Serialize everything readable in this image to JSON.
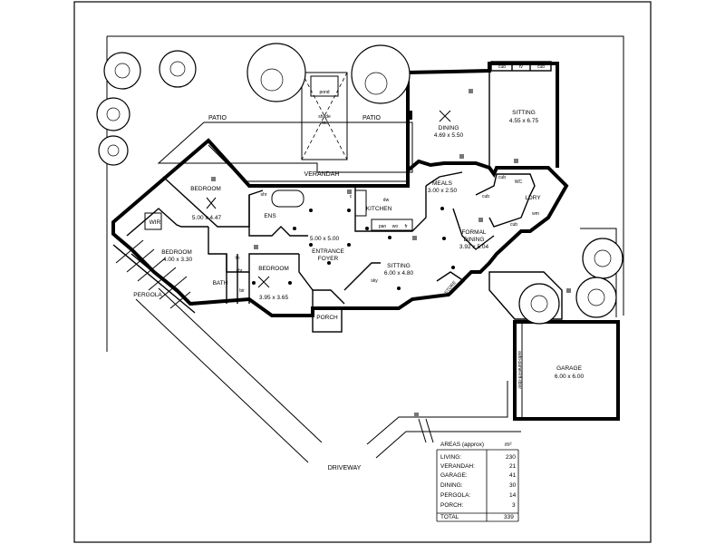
{
  "rooms": {
    "patio_left": "PATIO",
    "patio_right": "PATIO",
    "pond": "pond",
    "shade_sail_1": "shade",
    "shade_sail_2": "sail",
    "dining": "DINING",
    "dining_dim": "4.69 x 5.50",
    "sitting_top": "SITTING",
    "sitting_top_dim": "4.55 x 6.75",
    "cub1": "cub",
    "tv": "tv",
    "cub2": "cub",
    "verandah": "VERANDAH",
    "meals": "MEALS",
    "meals_dim": "3.00 x 2.50",
    "bedroom1": "BEDROOM",
    "bedroom1_dim": "5.00 x 4.47",
    "shr1": "shr",
    "ens": "ENS",
    "wir": "WIR",
    "kitchen": "KITCHEN",
    "dw": "dw",
    "c": "c",
    "pan": "pan",
    "wo": "wo",
    "fr": "fr",
    "cub3": "cub",
    "wc": "WC",
    "cub4": "cub",
    "ldry": "LDRY",
    "cub5": "cub",
    "wm": "wm",
    "foyer_dim": "5.00 x 5.00",
    "entrance_1": "ENTRANCE",
    "entrance_2": "FOYER",
    "formal_dining_1": "FORMAL",
    "formal_dining_2": "DINING",
    "formal_dining_dim": "3.92 x 5.04",
    "bedroom2": "BEDROOM",
    "bedroom2_dim": "4.00 x 3.30",
    "lin": "lin",
    "shr2": "shr",
    "bedroom3": "BEDROOM",
    "bedroom3_dim": "3.95 x 3.65",
    "sitting_mid": "SITTING",
    "sitting_mid_dim": "6.00 x 4.80",
    "sky": "sky",
    "store": "STORE",
    "bath": "BATH",
    "bir": "bir",
    "pergola": "PERGOLA",
    "porch": "PORCH",
    "garage_door": "auto-panel-lift-door",
    "garage": "GARAGE",
    "garage_dim": "6.00 x 6.00",
    "driveway": "DRIVEWAY"
  },
  "areas_table": {
    "title": "AREAS (approx)",
    "unit": "m²",
    "rows": [
      {
        "label": "LIVING:",
        "value": "230"
      },
      {
        "label": "VERANDAH:",
        "value": "21"
      },
      {
        "label": "GARAGE:",
        "value": "41"
      },
      {
        "label": "DINING:",
        "value": "30"
      },
      {
        "label": "PERGOLA:",
        "value": "14"
      },
      {
        "label": "PORCH:",
        "value": "3"
      }
    ],
    "total_label": "TOTAL",
    "total_value": "339"
  }
}
